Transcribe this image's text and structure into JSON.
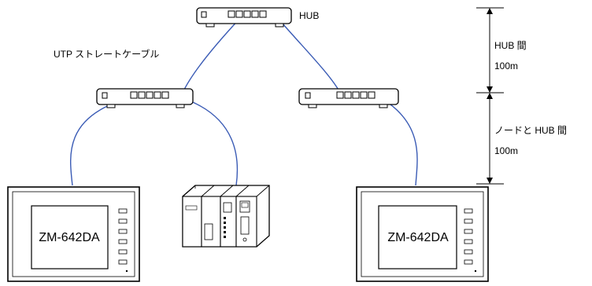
{
  "labels": {
    "hub": "HUB",
    "cable": "UTP ストレートケーブル",
    "hub_span_label": "HUB 間",
    "hub_span_value": "100m",
    "node_span_label": "ノードと HUB 間",
    "node_span_value": "100m"
  },
  "devices": {
    "hmi_left_model": "ZM-642DA",
    "hmi_right_model": "ZM-642DA"
  },
  "colors": {
    "cable": "#3a5bb5",
    "line": "#000000"
  }
}
